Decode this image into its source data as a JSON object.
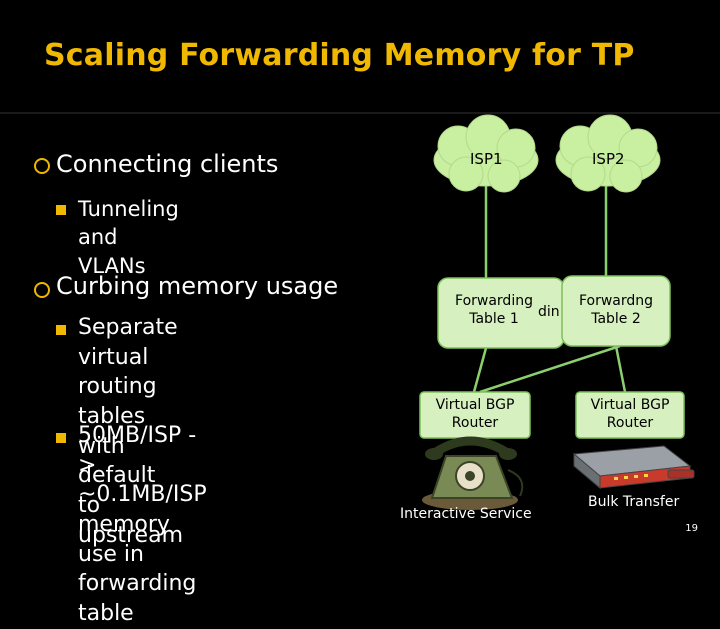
{
  "title": "Scaling Forwarding Memory for TP",
  "bullets": {
    "connecting": "Connecting clients",
    "tunneling": "Tunneling  and VLANs",
    "curbing": "Curbing memory usage",
    "sub1_lines": [
      "Separate virtual routing",
      "tables with default to",
      "upstream"
    ],
    "sub2_lines": [
      "50MB/ISP -> ~0.1MB/ISP",
      "memory use in forwarding",
      "table"
    ]
  },
  "diagram": {
    "isp1": "ISP1",
    "isp2": "ISP2",
    "ft1_lines": [
      "Forwarding",
      "Table 1"
    ],
    "ft_hidden_fragment": "din",
    "ft2_lines": [
      "Forwardng",
      "Table 2"
    ],
    "vbgp1_lines": [
      "Virtual BGP",
      "Router"
    ],
    "vbgp2_lines": [
      "Virtual BGP",
      "Router"
    ],
    "interactive": "Interactive Service",
    "bulk": "Bulk Transfer",
    "colors": {
      "cloud": "#c8f0a0",
      "box": "#d7f0c0",
      "box_border": "#7fbf5a",
      "line": "#8ccf6e"
    }
  },
  "page_number": "19"
}
